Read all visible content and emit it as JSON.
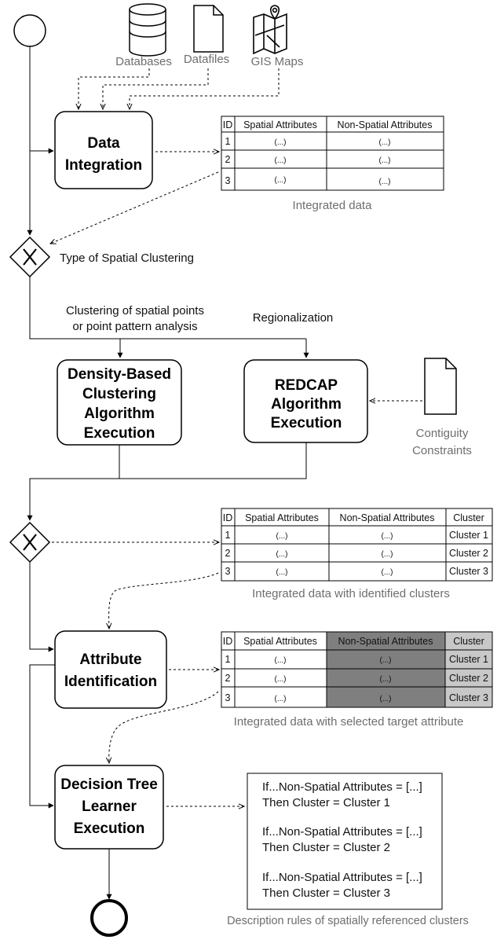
{
  "sources": {
    "databases": "Databases",
    "datafiles": "Datafiles",
    "gis_maps": "GIS Maps"
  },
  "tasks": {
    "data_integration": [
      "Data",
      "Integration"
    ],
    "density": [
      "Density-Based",
      "Clustering",
      "Algorithm",
      "Execution"
    ],
    "redcap": [
      "REDCAP",
      "Algorithm",
      "Execution"
    ],
    "attribute_identification": [
      "Attribute",
      "Identification"
    ],
    "decision_tree": [
      "Decision Tree",
      "Learner",
      "Execution"
    ]
  },
  "gateway1_label": "Type of Spatial Clustering",
  "branch_labels": {
    "clustering": [
      "Clustering of spatial points",
      "or point pattern analysis"
    ],
    "regionalization": "Regionalization"
  },
  "contiguity": [
    "Contiguity",
    "Constraints"
  ],
  "table1": {
    "headers": [
      "ID",
      "Spatial Attributes",
      "Non-Spatial Attributes"
    ],
    "rows": [
      [
        "1",
        "(...)",
        "(...)"
      ],
      [
        "2",
        "(...)",
        "(...)"
      ],
      [
        "3",
        "(...)",
        "(...)"
      ]
    ],
    "caption": "Integrated data"
  },
  "table2": {
    "headers": [
      "ID",
      "Spatial Attributes",
      "Non-Spatial Attributes",
      "Cluster"
    ],
    "rows": [
      [
        "1",
        "(...)",
        "(...)",
        "Cluster 1"
      ],
      [
        "2",
        "(...)",
        "(...)",
        "Cluster 2"
      ],
      [
        "3",
        "(...)",
        "(...)",
        "Cluster 3"
      ]
    ],
    "caption": "Integrated data with identified clusters"
  },
  "table3": {
    "headers": [
      "ID",
      "Spatial Attributes",
      "Non-Spatial Attributes",
      "Cluster"
    ],
    "rows": [
      [
        "1",
        "(...)",
        "(...)",
        "Cluster 1"
      ],
      [
        "2",
        "(...)",
        "(...)",
        "Cluster 2"
      ],
      [
        "3",
        "(...)",
        "(...)",
        "Cluster 3"
      ]
    ],
    "caption": "Integrated data with selected target attribute"
  },
  "rules": {
    "lines": [
      "If...Non-Spatial Attributes = [...]",
      "Then Cluster = Cluster 1",
      "If...Non-Spatial Attributes = [...]",
      "Then Cluster = Cluster 2",
      "If...Non-Spatial Attributes = [...]",
      "Then Cluster = Cluster 3"
    ],
    "caption": "Description rules of spatially referenced clusters"
  },
  "colors": {
    "dark_highlight": "#7f7f7f",
    "light_highlight": "#c8c8c8",
    "caption_gray": "#6e6e6e"
  }
}
